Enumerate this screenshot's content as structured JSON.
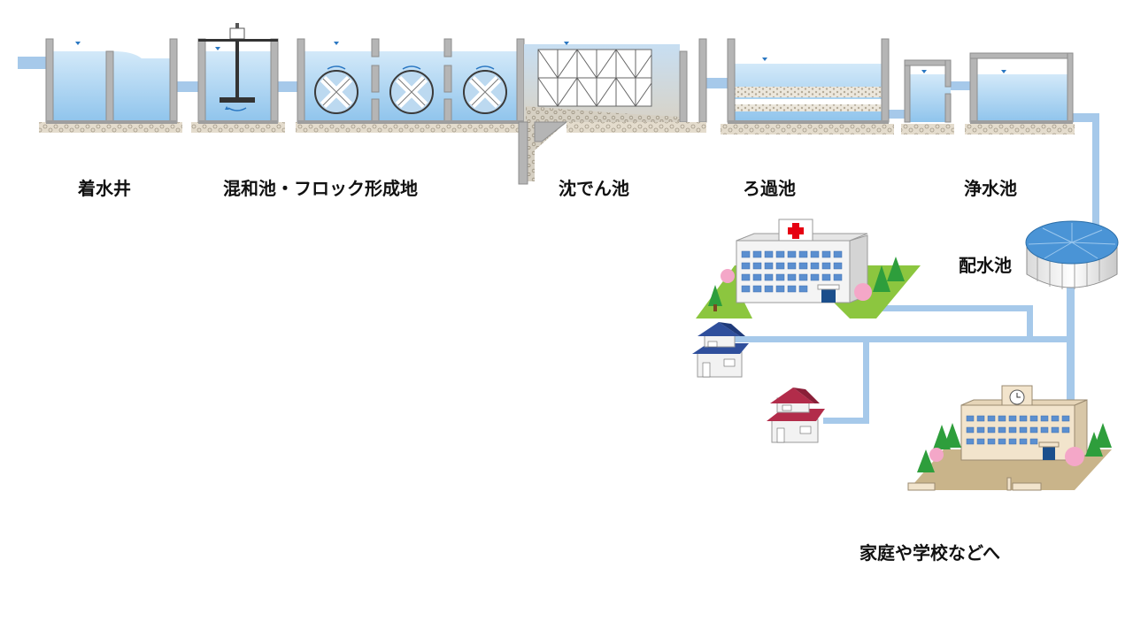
{
  "stages": {
    "receiving_well": "着水井",
    "mixing_flocculation": "混和池・フロック形成地",
    "sedimentation": "沈でん池",
    "filtration": "ろ過池",
    "clear_water": "浄水池",
    "distribution": "配水池"
  },
  "destination": "家庭や学校などへ",
  "colors": {
    "water": "#a9d3f2",
    "water_dark": "#7fb8e8",
    "pipe": "#a6c9ea",
    "wall": "#b8b8b8",
    "wall_dark": "#8d8d8d",
    "ground": "#e0d8c8",
    "sediment": "#d9d2c4",
    "grass": "#8cc63f",
    "hospital_cross": "#e60012",
    "house_roof_blue": "#2f4f9c",
    "house_roof_red": "#b22c4a",
    "tree": "#2e9e3c",
    "blossom": "#f4a7c8"
  },
  "icons": [
    "water-level-marker-icon",
    "mixer-icon",
    "flocculator-icon",
    "hospital-icon",
    "house-icon",
    "school-icon",
    "tree-icon",
    "clock-icon"
  ]
}
